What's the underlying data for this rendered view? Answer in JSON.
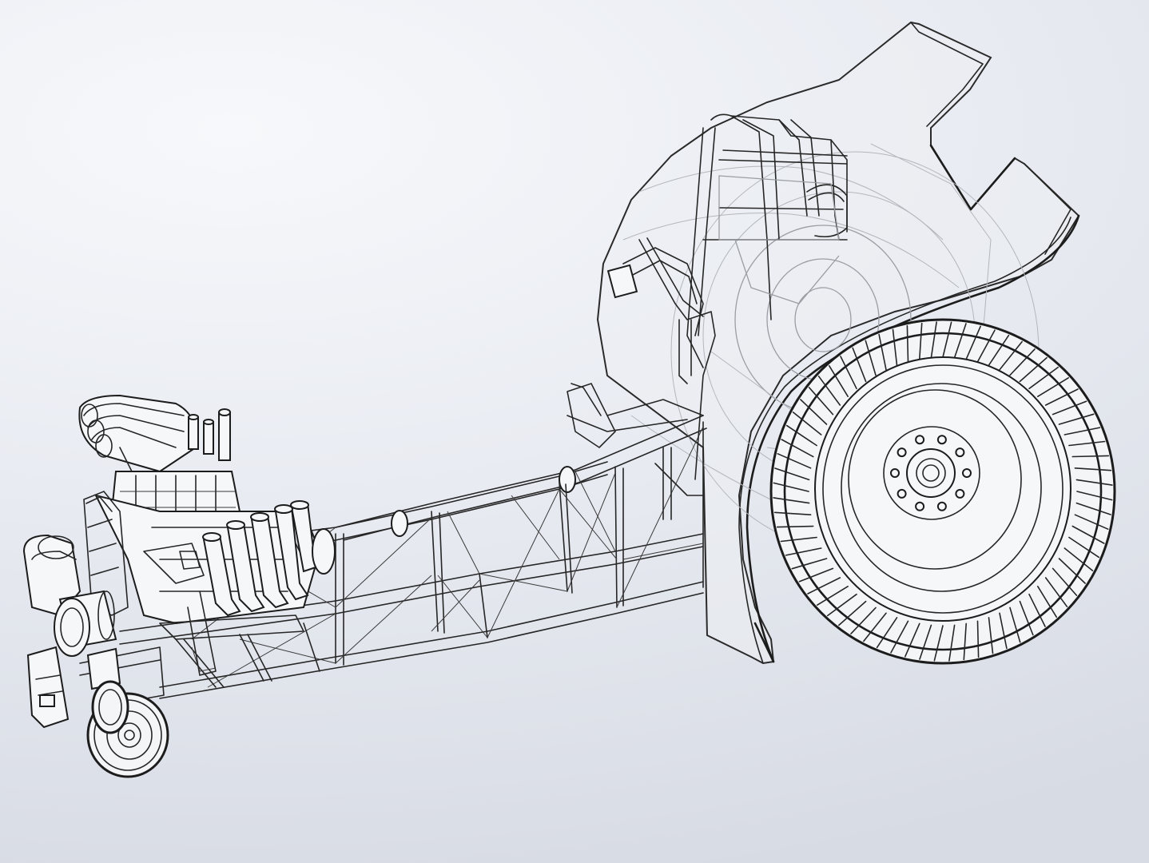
{
  "viewer": {
    "background_top": "#f7f8fb",
    "background_bottom": "#d7dbe4",
    "line_color": "#1c1c1c",
    "hidden_line_color": "#9a9da3"
  },
  "model": {
    "parts": [
      {
        "id": "frame",
        "icon": "truss-frame-icon"
      },
      {
        "id": "engine",
        "icon": "engine-icon"
      },
      {
        "id": "front-wheel",
        "icon": "wheel-icon"
      },
      {
        "id": "rear-wheel",
        "icon": "wheel-icon"
      },
      {
        "id": "fender",
        "icon": "fender-icon"
      },
      {
        "id": "roll-cage",
        "icon": "roll-cage-icon"
      }
    ]
  }
}
